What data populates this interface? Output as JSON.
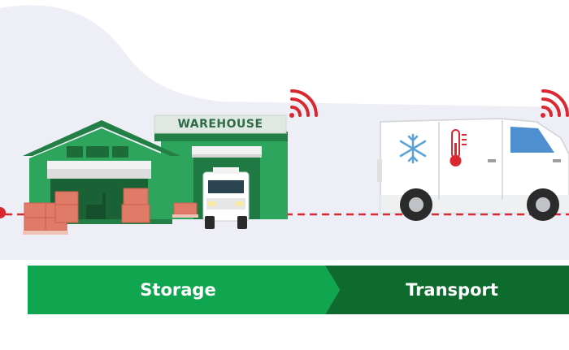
{
  "warehouse": {
    "sign_text": "WAREHOUSE"
  },
  "stages": [
    {
      "label": "Storage",
      "color": "#0fa64f"
    },
    {
      "label": "Transport",
      "color": "#0d6b2d"
    }
  ],
  "icons": {
    "signal": "wifi-signal-icon",
    "snowflake": "snowflake-icon",
    "thermometer": "thermometer-icon"
  },
  "colors": {
    "warehouse_green": "#2ea55c",
    "signal_red": "#d9282f",
    "route_dash": "#d9282f",
    "background_blob": "#eeeef6"
  }
}
